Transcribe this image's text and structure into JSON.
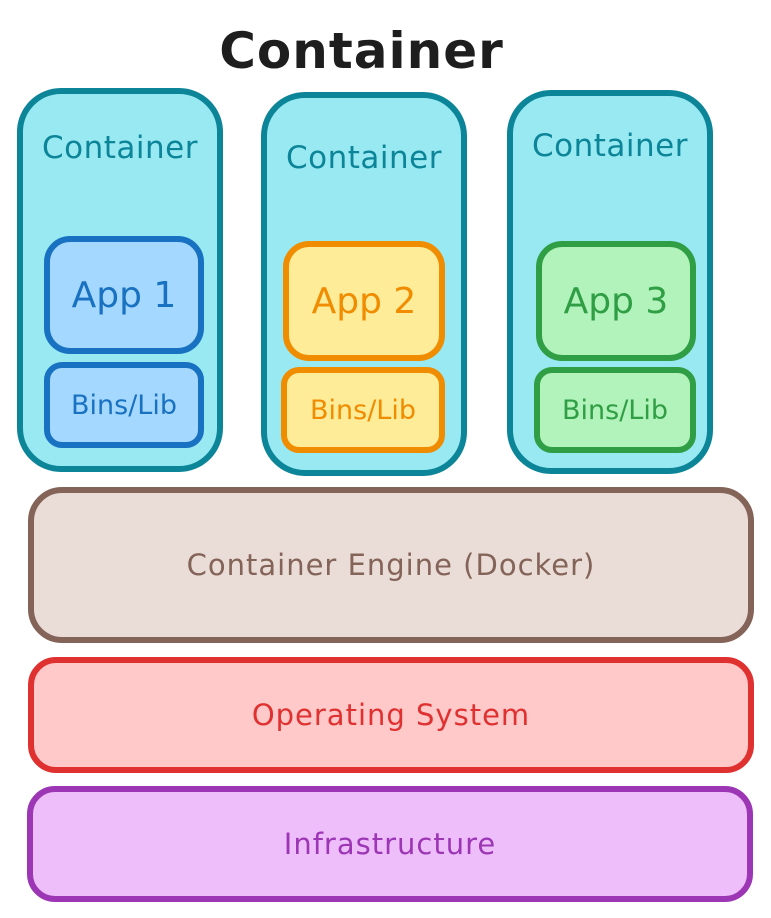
{
  "diagram": {
    "title": "Container",
    "containers": [
      {
        "label": "Container",
        "app": "App 1",
        "bins": "Bins/Lib"
      },
      {
        "label": "Container",
        "app": "App 2",
        "bins": "Bins/Lib"
      },
      {
        "label": "Container",
        "app": "App 3",
        "bins": "Bins/Lib"
      }
    ],
    "layers": {
      "engine": "Container Engine (Docker)",
      "os": "Operating System",
      "infrastructure": "Infrastructure"
    },
    "colors": {
      "container_fill": "#99e9f2",
      "container_stroke": "#0c8599",
      "app1": "#1971c2",
      "app2": "#f08c00",
      "app3": "#2f9e44",
      "engine": "#846358",
      "os": "#e03131",
      "infrastructure": "#9c36b5"
    }
  }
}
